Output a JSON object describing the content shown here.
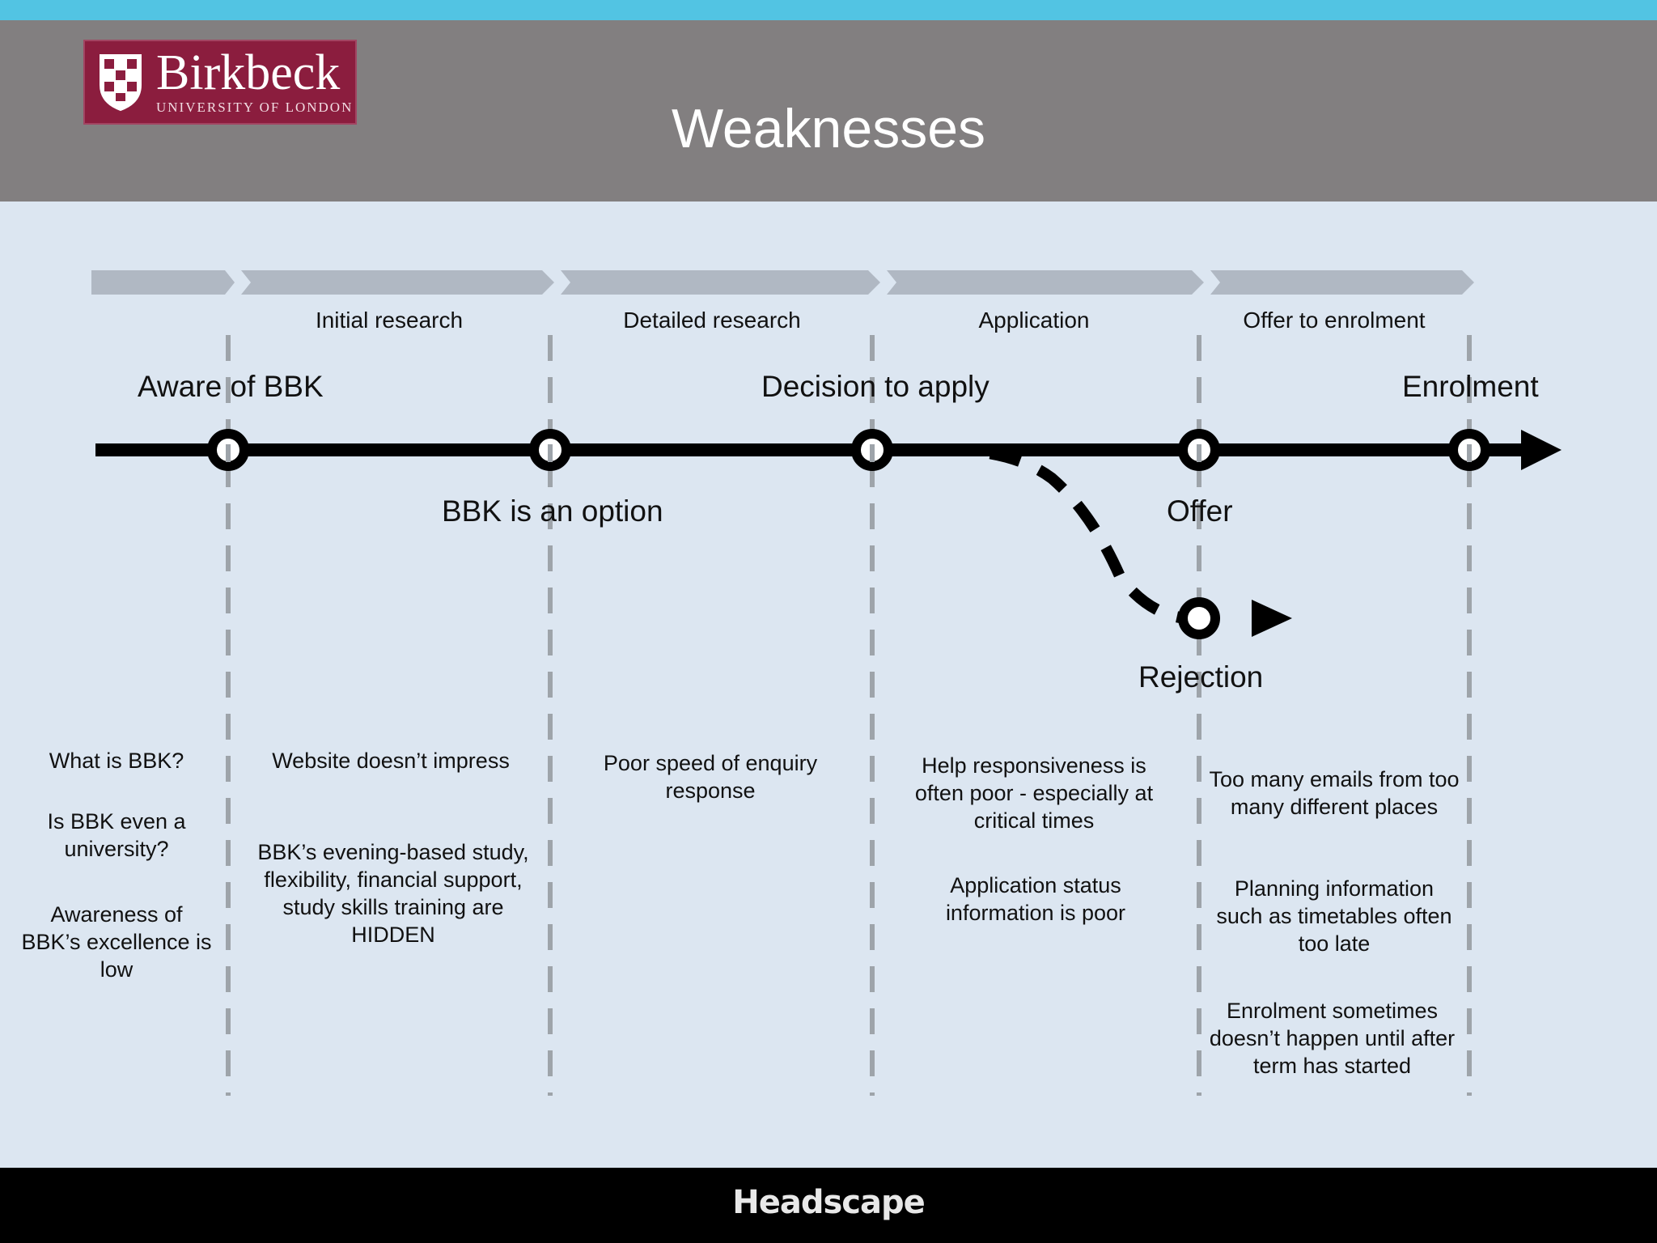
{
  "slide": {
    "title": "Weaknesses"
  },
  "logo": {
    "name": "Birkbeck",
    "subtitle": "UNIVERSITY OF LONDON"
  },
  "stages": [
    "Initial research",
    "Detailed research",
    "Application",
    "Offer to enrolment"
  ],
  "milestones": {
    "aware": "Aware of BBK",
    "option": "BBK is an option",
    "decision": "Decision to apply",
    "offer": "Offer",
    "enrolment": "Enrolment",
    "rejection": "Rejection"
  },
  "weaknesses": {
    "aware": [
      "What is BBK?",
      "Is BBK even a university?",
      "Awareness of BBK’s excellence is low"
    ],
    "initial_research": [
      "Website doesn’t impress",
      "BBK’s evening-based study, flexibility, financial support, study skills training are HIDDEN"
    ],
    "detailed_research": [
      "Poor speed of enquiry response"
    ],
    "application": [
      "Help responsiveness is often poor - especially at critical times",
      "Application status information is poor"
    ],
    "offer_to_enrolment": [
      "Too many emails from too many different places",
      "Planning information such as timetables often too late",
      "Enrolment sometimes doesn’t happen until after term has started"
    ]
  },
  "footer": {
    "brand": "Headscape"
  },
  "colors": {
    "accent_bar": "#52c4e3",
    "header": "#827f80",
    "background": "#dce6f1",
    "logo": "#8b1d3e",
    "chevron": "#b0b8c3",
    "dashed_line": "#9ea4aa"
  }
}
